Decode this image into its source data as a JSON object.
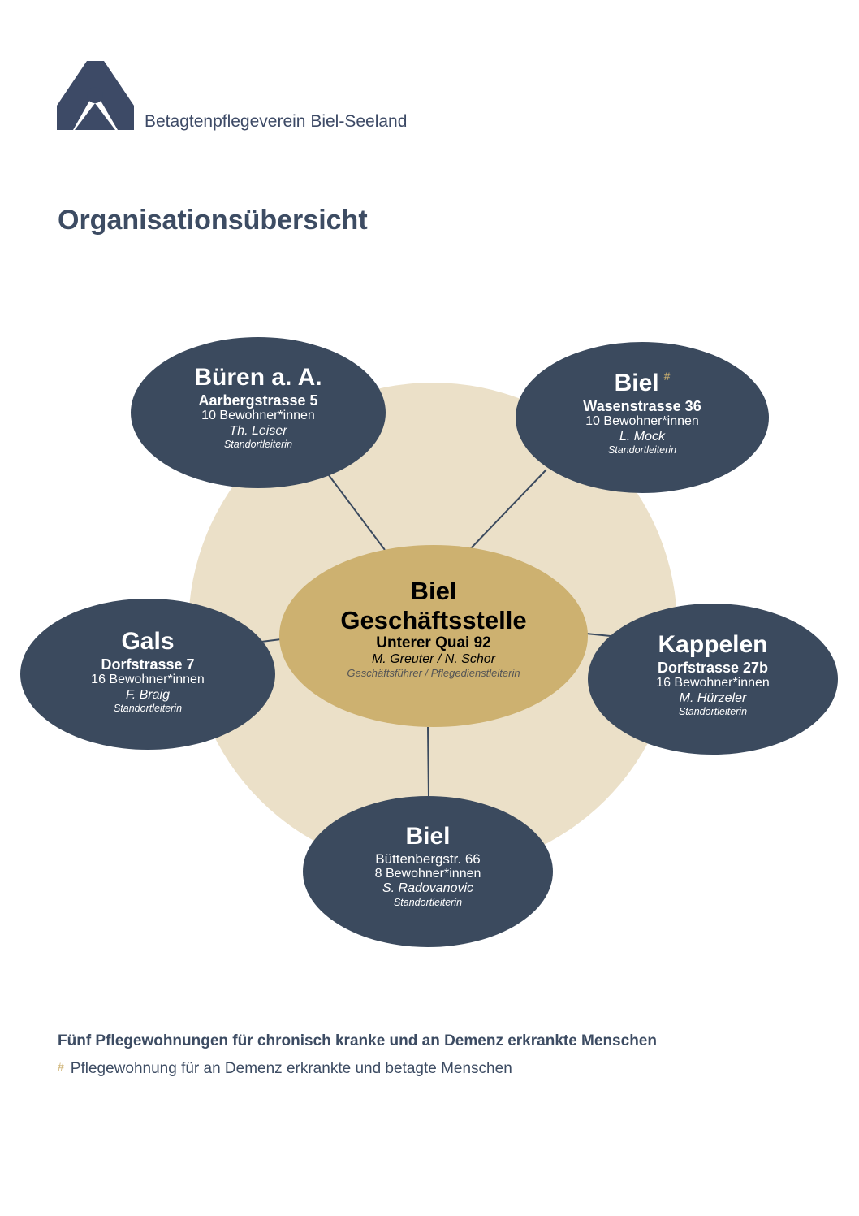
{
  "header": {
    "organization": "Betagtenpflegeverein Biel-Seeland"
  },
  "title": "Organisationsübersicht",
  "colors": {
    "navy": "#3b4a5e",
    "beige": "#ebe0c8",
    "gold": "#cdb170"
  },
  "center": {
    "name_line1": "Biel",
    "name_line2": "Geschäftsstelle",
    "address": "Unterer Quai 92",
    "persons": "M. Greuter / N. Schor",
    "roles": "Geschäftsführer / Pflegedienstleiterin"
  },
  "locations": [
    {
      "name": "Büren a. A.",
      "address": "Aarbergstrasse 5",
      "residents": "10 Bewohner*innen",
      "person": "Th. Leiser",
      "role": "Standortleiterin"
    },
    {
      "name": "Biel",
      "marker": "#",
      "address": "Wasenstrasse 36",
      "residents": "10 Bewohner*innen",
      "person": "L. Mock",
      "role": "Standortleiterin"
    },
    {
      "name": "Gals",
      "address": "Dorfstrasse 7",
      "residents": "16 Bewohner*innen",
      "person": "F. Braig",
      "role": "Standortleiterin"
    },
    {
      "name": "Kappelen",
      "address": "Dorfstrasse 27b",
      "residents": "16 Bewohner*innen",
      "person": "M. Hürzeler",
      "role": "Standortleiterin"
    },
    {
      "name": "Biel",
      "address": "Büttenbergstr. 66",
      "residents": "8 Bewohner*innen",
      "person": "S. Radovanovic",
      "role": "Standortleiterin"
    }
  ],
  "footer": {
    "summary": "Fünf Pflegewohnungen für chronisch kranke und an Demenz erkrankte Menschen",
    "note_marker": "#",
    "note": "Pflegewohnung für an Demenz erkrankte und betagte Menschen"
  }
}
